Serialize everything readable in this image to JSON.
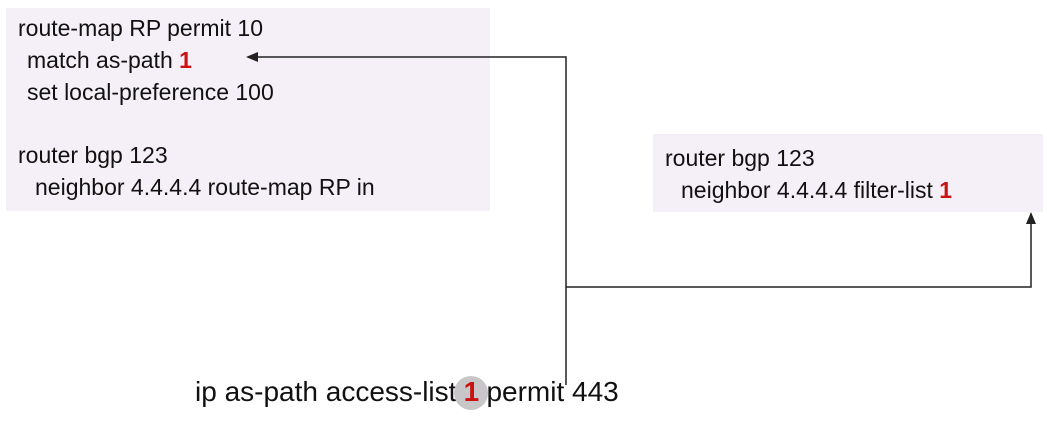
{
  "route_map_box": {
    "line1": "route-map RP permit 10",
    "line2_prefix": "match as-path ",
    "line2_num": "1",
    "line3": "set local-preference 100",
    "line5": "router bgp 123",
    "line6": "neighbor 4.4.4.4 route-map RP in"
  },
  "filter_list_box": {
    "line1": "router bgp 123",
    "line2_prefix": "neighbor 4.4.4.4 filter-list ",
    "line2_num": "1"
  },
  "acl": {
    "prefix": "ip as-path access-list",
    "num": "1",
    "suffix": "permit 443"
  },
  "colors": {
    "box_background": "#f5eff7",
    "highlight_number": "#cc1111",
    "bubble": "#c9c6c9",
    "connector": "#222222"
  }
}
